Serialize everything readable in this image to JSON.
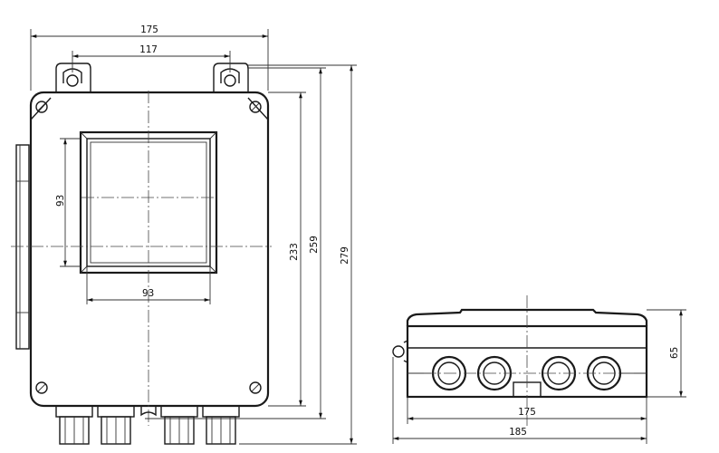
{
  "front_view": {
    "width_overall": "175",
    "mounting_spacing": "117",
    "window_height": "93",
    "window_width": "93",
    "body_height": "233",
    "height_with_ears": "259",
    "height_overall": "279"
  },
  "side_view": {
    "depth": "65",
    "width_body": "175",
    "width_overall": "185"
  }
}
